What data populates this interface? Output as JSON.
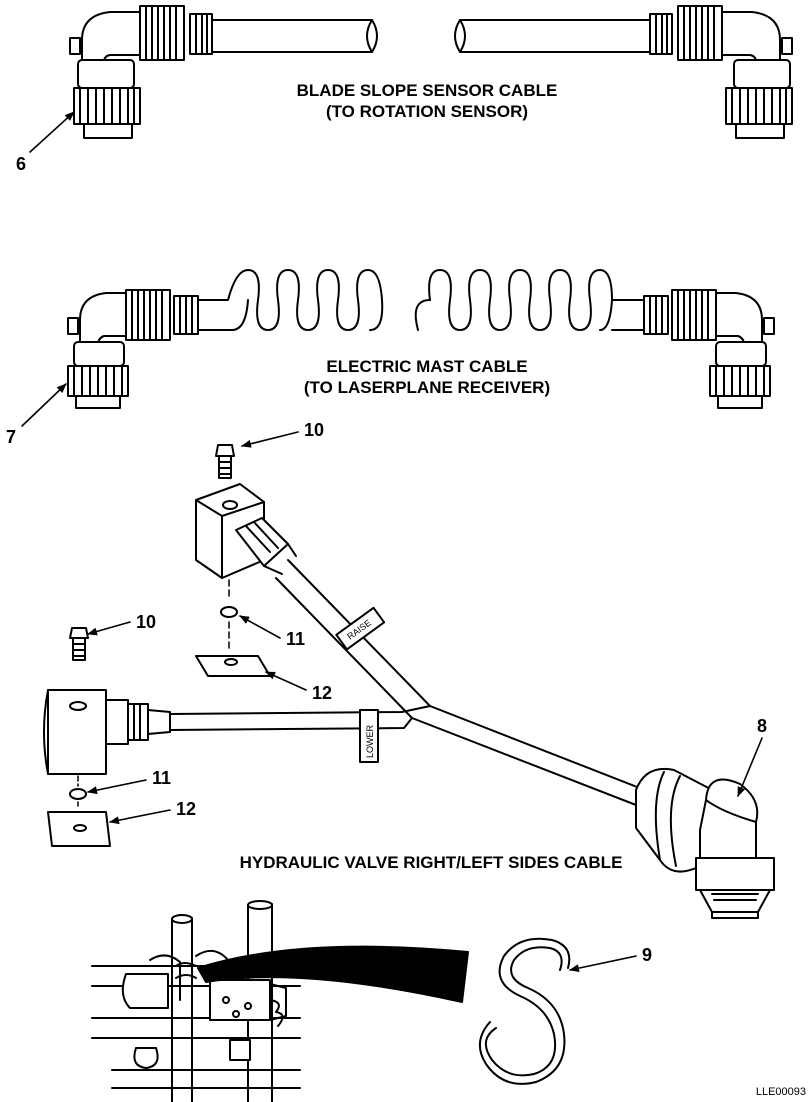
{
  "captions": {
    "blade_slope": [
      "BLADE SLOPE SENSOR CABLE",
      "(TO ROTATION SENSOR)"
    ],
    "electric_mast": [
      "ELECTRIC MAST CABLE",
      "(TO LASERPLANE RECEIVER)"
    ],
    "hydraulic_valve": "HYDRAULIC VALVE RIGHT/LEFT SIDES CABLE"
  },
  "callouts": {
    "c6": "6",
    "c7": "7",
    "c8": "8",
    "c9": "9",
    "c10a": "10",
    "c10b": "10",
    "c11a": "11",
    "c11b": "11",
    "c12a": "12",
    "c12b": "12"
  },
  "cable_tags": {
    "raise": "RAISE",
    "lower": "LOWER"
  },
  "document_id": "LLE00093",
  "colors": {
    "ink": "#000000",
    "paper": "#ffffff"
  }
}
